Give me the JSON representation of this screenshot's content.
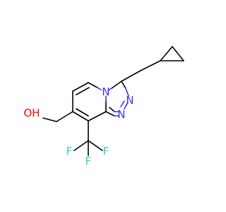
{
  "molecule": {
    "atoms": {
      "n_ring": "N",
      "n_a": "N",
      "n_b": "N",
      "o": "OH",
      "f_1": "F",
      "f_2": "F",
      "f_3": "F"
    }
  },
  "colors": {
    "bond": "#000000",
    "nitrogen": "#3333ff",
    "oxygen": "#ff0000",
    "fluorine": "#33cccc"
  }
}
